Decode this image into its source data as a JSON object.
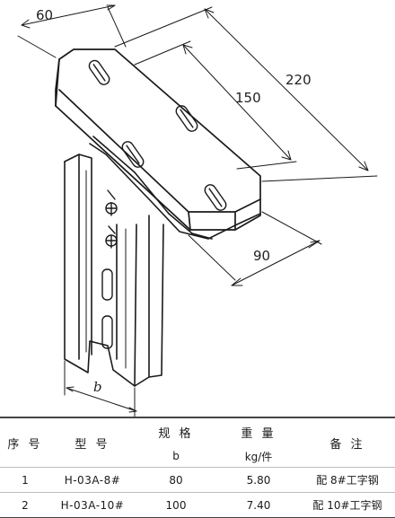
{
  "drawing": {
    "dimensions": {
      "top_width": "60",
      "length": "220",
      "slot_span": "150",
      "base_depth": "90",
      "channel_width": "b"
    }
  },
  "table": {
    "headers": {
      "seq": "序 号",
      "model": "型  号",
      "spec": "规 格",
      "spec_sub": "b",
      "weight": "重  量",
      "weight_sub": "kg/件",
      "note": "备 注"
    },
    "rows": [
      {
        "seq": "1",
        "model": "H-03A-8#",
        "b": "80",
        "weight": "5.80",
        "note": "配 8#工字钢"
      },
      {
        "seq": "2",
        "model": "H-03A-10#",
        "b": "100",
        "weight": "7.40",
        "note": "配 10#工字钢"
      }
    ]
  }
}
